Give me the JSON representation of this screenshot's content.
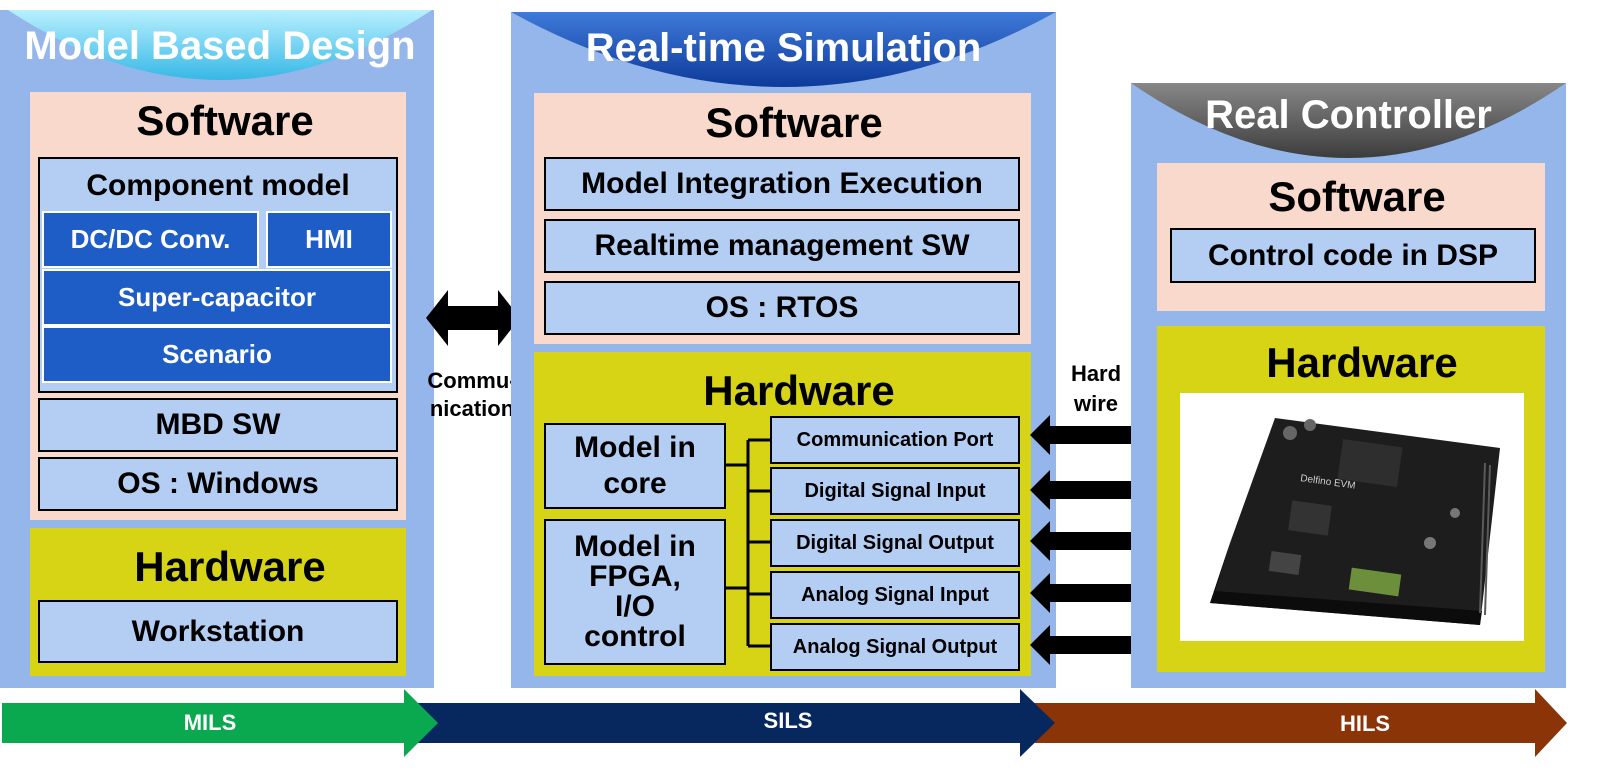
{
  "mbd": {
    "title": "Model Based Design",
    "software": "Software",
    "component_model": "Component model",
    "dcdc": "DC/DC Conv.",
    "hmi": "HMI",
    "supercap": "Super-capacitor",
    "scenario": "Scenario",
    "mbd_sw": "MBD SW",
    "os": "OS : Windows",
    "hardware": "Hardware",
    "workstation": "Workstation"
  },
  "rts": {
    "title": "Real-time Simulation",
    "software": "Software",
    "mie": "Model Integration Execution",
    "rms": "Realtime management SW",
    "os": "OS : RTOS",
    "hardware": "Hardware",
    "model_core": [
      "Model in",
      "core"
    ],
    "model_fpga": [
      "Model in",
      "FPGA,",
      "I/O",
      "control"
    ],
    "ports": [
      "Communication Port",
      "Digital Signal Input",
      "Digital Signal Output",
      "Analog Signal Input",
      "Analog Signal Output"
    ]
  },
  "rc": {
    "title": "Real Controller",
    "software": "Software",
    "code": "Control code in DSP",
    "hardware": "Hardware",
    "board_label": "Delfino EVM"
  },
  "links": {
    "communication": [
      "Commu-",
      "nication"
    ],
    "hardwire": [
      "Hard",
      "wire"
    ]
  },
  "stages": [
    "MILS",
    "SILS",
    "HILS"
  ],
  "colors": {
    "panel": "#95b6ea",
    "software_bg": "#f9d9cc",
    "hardware_bg": "#d6d414",
    "light_box": "#b4cdf3",
    "dark_box": "#1e5cc6",
    "mils": "#0aa84f",
    "sils": "#07275f",
    "hils": "#8b3408"
  }
}
